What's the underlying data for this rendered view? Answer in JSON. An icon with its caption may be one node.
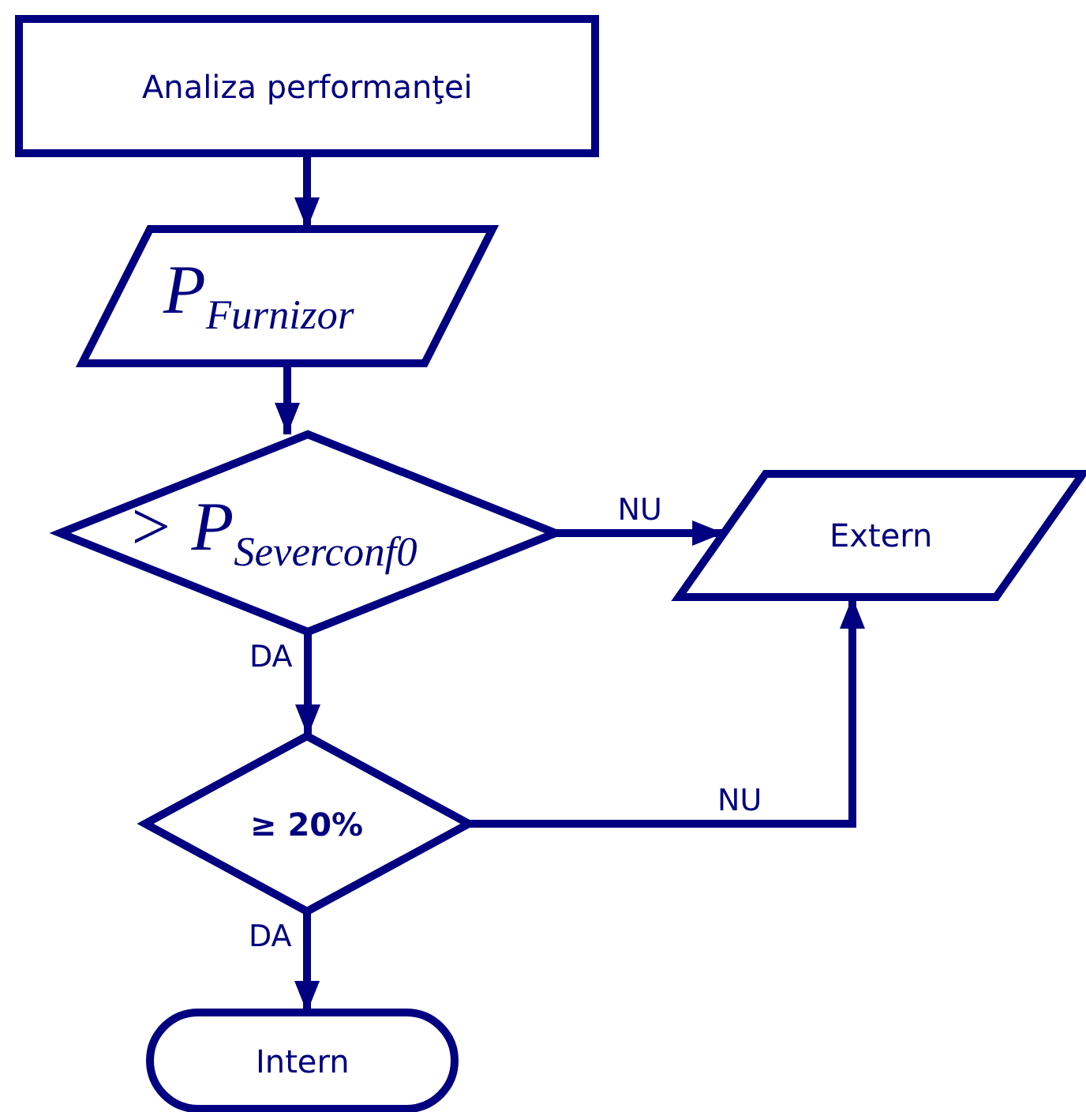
{
  "diagram": {
    "nodes": [
      {
        "text": [
          "Analiza performanţei"
        ]
      },
      {
        "text": [
          "P$_{Furnizor}$"
        ]
      },
      {
        "text": [
          "> P$_{Severconf0}$"
        ]
      },
      {
        "text": [
          "≥ 20%"
        ]
      },
      {
        "text": [
          "Extern"
        ]
      },
      {
        "text": [
          "Intern"
        ]
      }
    ],
    "edges": [
      {
        "from": 0,
        "to": 1,
        "arrow": "to"
      },
      {
        "from": 1,
        "to": 2,
        "arrow": "to"
      },
      {
        "from": 2,
        "to": 4,
        "arrow": "to",
        "label": "NU"
      },
      {
        "from": 2,
        "to": 3,
        "arrow": "to",
        "label": "DA"
      },
      {
        "from": 3,
        "to": 4,
        "arrow": "to",
        "label": "NU"
      },
      {
        "from": 3,
        "to": 5,
        "arrow": "to",
        "label": "DA"
      }
    ]
  }
}
